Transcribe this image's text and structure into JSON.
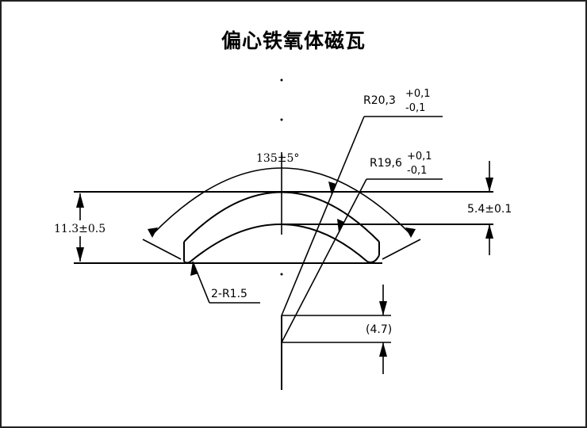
{
  "title": "偏心铁氧体磁瓦",
  "dimensions": {
    "outer_radius": {
      "label": "R20,3",
      "tol_plus": "+0,1",
      "tol_minus": "-0,1"
    },
    "inner_radius": {
      "label": "R19,6",
      "tol_plus": "+0,1",
      "tol_minus": "-0,1"
    },
    "angle": {
      "label": "135±5°"
    },
    "height": {
      "label": "11.3±0.5"
    },
    "thickness": {
      "label": "5.4±0.1"
    },
    "corner_radius": {
      "label": "2-R1.5"
    },
    "eccentricity": {
      "label": "(4.7)"
    }
  },
  "colors": {
    "line": "#000000",
    "background": "#ffffff",
    "frame": "#222222"
  }
}
